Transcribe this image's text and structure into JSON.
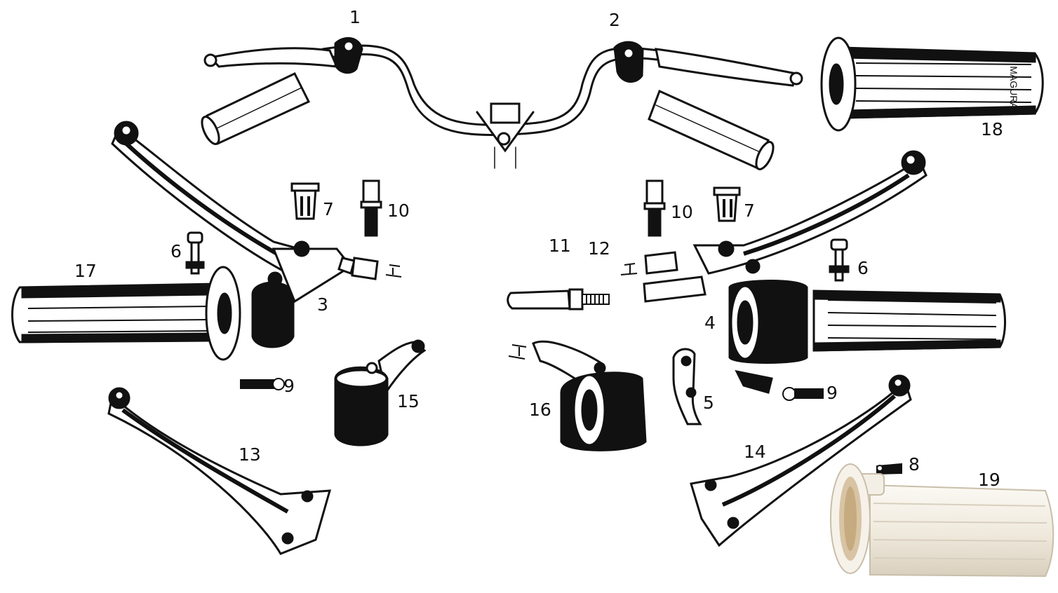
{
  "diagram": {
    "parts": [
      {
        "number": "1"
      },
      {
        "number": "2"
      },
      {
        "number": "3"
      },
      {
        "number": "4"
      },
      {
        "number": "5"
      },
      {
        "number": "6"
      },
      {
        "number": "6"
      },
      {
        "number": "7"
      },
      {
        "number": "7"
      },
      {
        "number": "8"
      },
      {
        "number": "9"
      },
      {
        "number": "9"
      },
      {
        "number": "10"
      },
      {
        "number": "10"
      },
      {
        "number": "11"
      },
      {
        "number": "12"
      },
      {
        "number": "13"
      },
      {
        "number": "14"
      },
      {
        "number": "15"
      },
      {
        "number": "16"
      },
      {
        "number": "17"
      },
      {
        "number": "18"
      },
      {
        "number": "19"
      }
    ],
    "grip_brand": "MAGURA"
  },
  "colors": {
    "ink": "#111111",
    "paper": "#ffffff",
    "plastic": "#f1ece2"
  }
}
